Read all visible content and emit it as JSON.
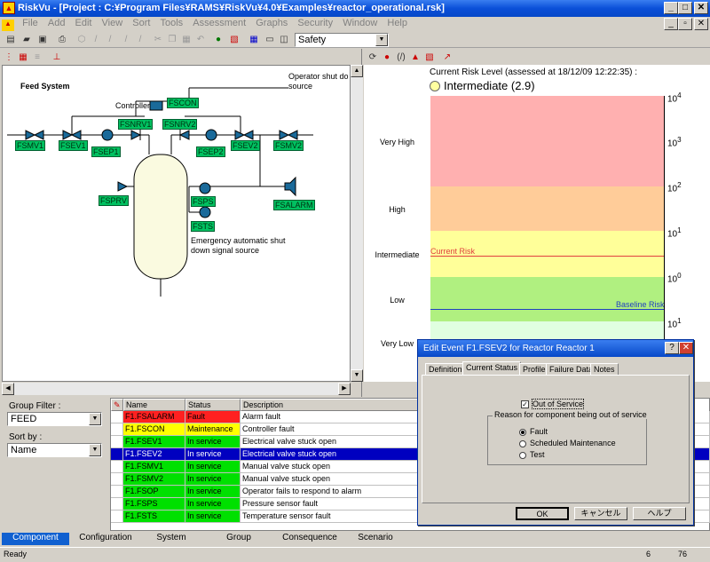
{
  "app": {
    "title": "RiskVu - [Project : C:¥Program Files¥RAMS¥RiskVu¥4.0¥Examples¥reactor_operational.rsk]"
  },
  "menu": [
    "File",
    "Add",
    "Edit",
    "View",
    "Sort",
    "Tools",
    "Assessment",
    "Graphs",
    "Security",
    "Window",
    "Help"
  ],
  "toolbar": {
    "view_select": "Safety"
  },
  "diagram": {
    "title": "Feed System",
    "controller_label": "Controller",
    "operator_note": "Operator shut do",
    "operator_note2": "source",
    "emergency_note": "Emergency automatic shut",
    "emergency_note2": "down signal source",
    "tags": {
      "fscon": "FSCON",
      "fsnrv1": "FSNRV1",
      "fsnrv2": "FSNRV2",
      "fsmv1": "FSMV1",
      "fsev1": "FSEV1",
      "fsep1": "FSEP1",
      "fsep2": "FSEP2",
      "fsev2": "FSEV2",
      "fsmv2": "FSMV2",
      "fsprv": "FSPRV",
      "fsps": "FSPS",
      "fsts": "FSTS",
      "fsalarm": "FSALARM"
    }
  },
  "risk": {
    "header": "Current Risk Level (assessed at 18/12/09 12:22:35) :",
    "level": "Intermediate (2.9)",
    "levels": [
      "Very High",
      "High",
      "Intermediate",
      "Low",
      "Very Low"
    ],
    "current_label": "Current Risk",
    "baseline_label": "Baseline Risk",
    "ticks": [
      {
        "base": "10",
        "exp": "4"
      },
      {
        "base": "10",
        "exp": "3"
      },
      {
        "base": "10",
        "exp": "2"
      },
      {
        "base": "10",
        "exp": "1"
      },
      {
        "base": "10",
        "exp": "0"
      },
      {
        "base": "10",
        "exp": "1"
      }
    ],
    "colors": {
      "veryhigh": "#ffb0b0",
      "high": "#ffcc99",
      "intermediate": "#ffff99",
      "low": "#b0f080",
      "verylow": "#e0ffe0"
    }
  },
  "filters": {
    "group_label": "Group Filter :",
    "group_value": "FEED",
    "sort_label": "Sort by :",
    "sort_value": "Name"
  },
  "table": {
    "headers": [
      "Name",
      "Status",
      "Description"
    ],
    "rows": [
      {
        "name": "F1.FSALARM",
        "status": "Fault",
        "desc": "Alarm fault"
      },
      {
        "name": "F1.FSCON",
        "status": "Maintenance",
        "desc": "Controller fault"
      },
      {
        "name": "F1.FSEV1",
        "status": "In service",
        "desc": "Electrical valve stuck open"
      },
      {
        "name": "F1.FSEV2",
        "status": "In service",
        "desc": "Electrical valve stuck open"
      },
      {
        "name": "F1.FSMV1",
        "status": "In service",
        "desc": "Manual valve stuck open"
      },
      {
        "name": "F1.FSMV2",
        "status": "In service",
        "desc": "Manual valve stuck open"
      },
      {
        "name": "F1.FSOP",
        "status": "In service",
        "desc": "Operator fails to respond to alarm"
      },
      {
        "name": "F1.FSPS",
        "status": "In service",
        "desc": "Pressure sensor fault"
      },
      {
        "name": "F1.FSTS",
        "status": "In service",
        "desc": "Temperature sensor fault"
      }
    ]
  },
  "bottom_tabs": [
    "Component",
    "Configuration",
    "System",
    "Group",
    "Consequence",
    "Scenario"
  ],
  "status": {
    "left": "Ready",
    "mid": "6",
    "right": "76"
  },
  "dialog": {
    "title": "Edit Event F1.FSEV2 for Reactor Reactor 1",
    "tabs": [
      "Definition",
      "Current Status",
      "Profile",
      "Failure Data",
      "Notes"
    ],
    "out_of_service": "Out of Service",
    "group_title": "Reason for component being out of service",
    "options": [
      "Fault",
      "Scheduled Maintenance",
      "Test"
    ],
    "ok": "OK",
    "cancel": "キャンセル",
    "help": "ヘルプ"
  }
}
